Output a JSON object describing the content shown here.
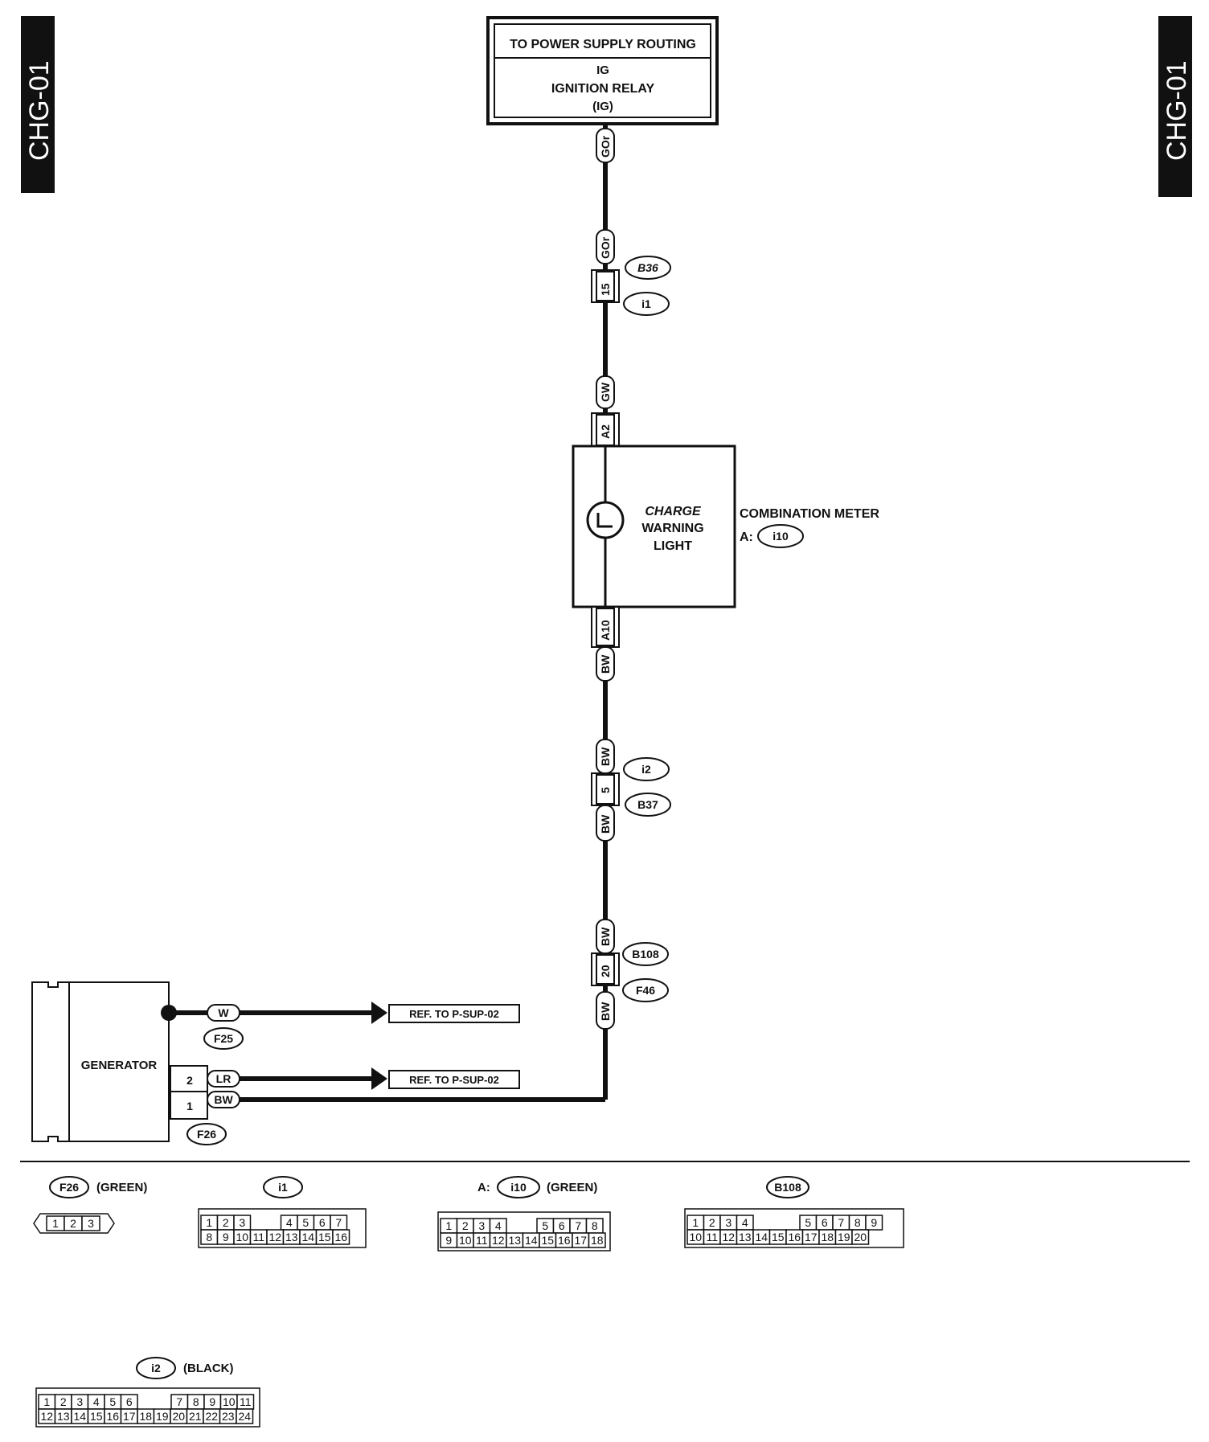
{
  "page_tabs": {
    "left": "CHG-01",
    "right": "CHG-01"
  },
  "power_block": {
    "header": "TO POWER SUPPLY ROUTING",
    "line1": "IG",
    "line2": "IGNITION RELAY",
    "line3": "(IG)"
  },
  "wires": {
    "gor_top": "GOr",
    "gor_mid": "GOr",
    "b36_pin": "15",
    "b36": "B36",
    "i1": "i1",
    "gw": "GW",
    "a2": "A2",
    "a10": "A10",
    "bw_1": "BW",
    "bw_2": "BW",
    "i2_pin": "5",
    "i2": "i2",
    "b37": "B37",
    "bw_3": "BW",
    "bw_4": "BW",
    "b108_pin": "20",
    "b108": "B108",
    "f46": "F46",
    "bw_5": "BW"
  },
  "meter": {
    "light_line1": "CHARGE",
    "light_line2": "WARNING",
    "light_line3": "LIGHT",
    "name": "COMBINATION METER",
    "prefix": "A:",
    "connector": "i10"
  },
  "generator": {
    "label": "GENERATOR",
    "w_wire": "W",
    "f25": "F25",
    "ref1": "REF. TO P-SUP-02",
    "pin2": "2",
    "lr_wire": "LR",
    "ref2": "REF. TO P-SUP-02",
    "pin1": "1",
    "bw_wire": "BW",
    "f26": "F26"
  },
  "connectors": {
    "f26": {
      "id": "F26",
      "color": "(GREEN)",
      "pins": [
        "1",
        "2",
        "3"
      ]
    },
    "i1": {
      "id": "i1",
      "top": [
        "1",
        "2",
        "3",
        "4",
        "5",
        "6",
        "7"
      ],
      "bottom": [
        "8",
        "9",
        "10",
        "11",
        "12",
        "13",
        "14",
        "15",
        "16"
      ]
    },
    "i10": {
      "prefix": "A:",
      "id": "i10",
      "color": "(GREEN)",
      "top": [
        "1",
        "2",
        "3",
        "4",
        "5",
        "6",
        "7",
        "8"
      ],
      "bottom": [
        "9",
        "10",
        "11",
        "12",
        "13",
        "14",
        "15",
        "16",
        "17",
        "18"
      ]
    },
    "b108": {
      "id": "B108",
      "top": [
        "1",
        "2",
        "3",
        "4",
        "5",
        "6",
        "7",
        "8",
        "9"
      ],
      "bottom": [
        "10",
        "11",
        "12",
        "13",
        "14",
        "15",
        "16",
        "17",
        "18",
        "19",
        "20"
      ]
    },
    "i2": {
      "id": "i2",
      "color": "(BLACK)",
      "top": [
        "1",
        "2",
        "3",
        "4",
        "5",
        "6",
        "7",
        "8",
        "9",
        "10",
        "11"
      ],
      "bottom": [
        "12",
        "13",
        "14",
        "15",
        "16",
        "17",
        "18",
        "19",
        "20",
        "21",
        "22",
        "23",
        "24"
      ]
    }
  }
}
